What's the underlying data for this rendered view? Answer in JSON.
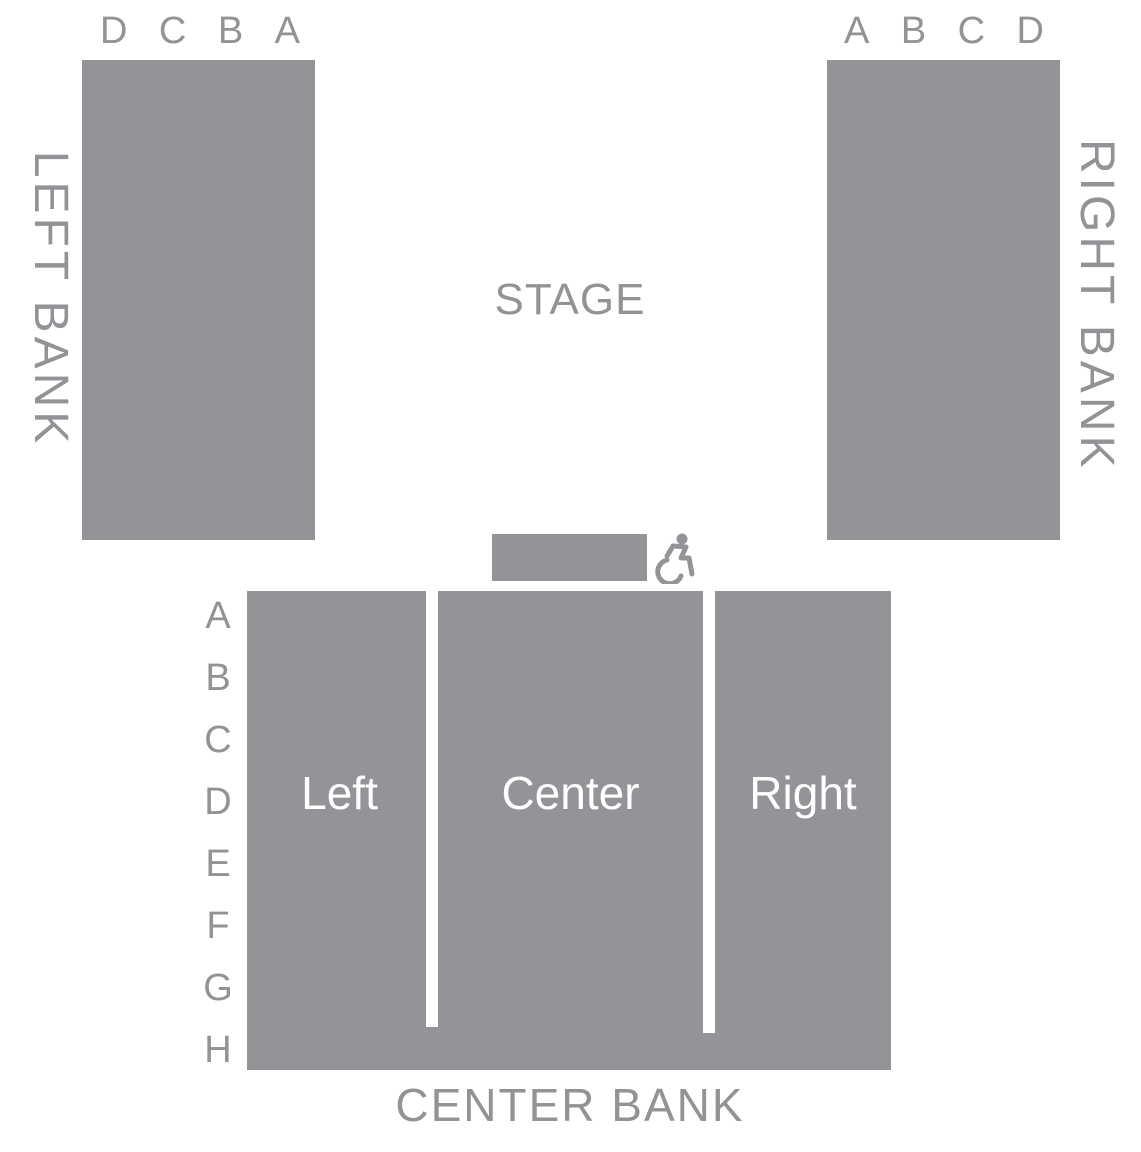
{
  "left_bank": {
    "label": "LEFT BANK",
    "rows": [
      "D",
      "C",
      "B",
      "A"
    ]
  },
  "right_bank": {
    "label": "RIGHT BANK",
    "rows": [
      "A",
      "B",
      "C",
      "D"
    ]
  },
  "stage": {
    "label": "STAGE"
  },
  "center_bank": {
    "label": "CENTER BANK",
    "rows": [
      "A",
      "B",
      "C",
      "D",
      "E",
      "F",
      "G",
      "H"
    ],
    "sections": [
      "Left",
      "Center",
      "Right"
    ]
  },
  "wheelchair_icon": "accessible-wheelchair-icon",
  "colors": {
    "seating": "#939497",
    "text": "#929396",
    "background": "#ffffff"
  }
}
